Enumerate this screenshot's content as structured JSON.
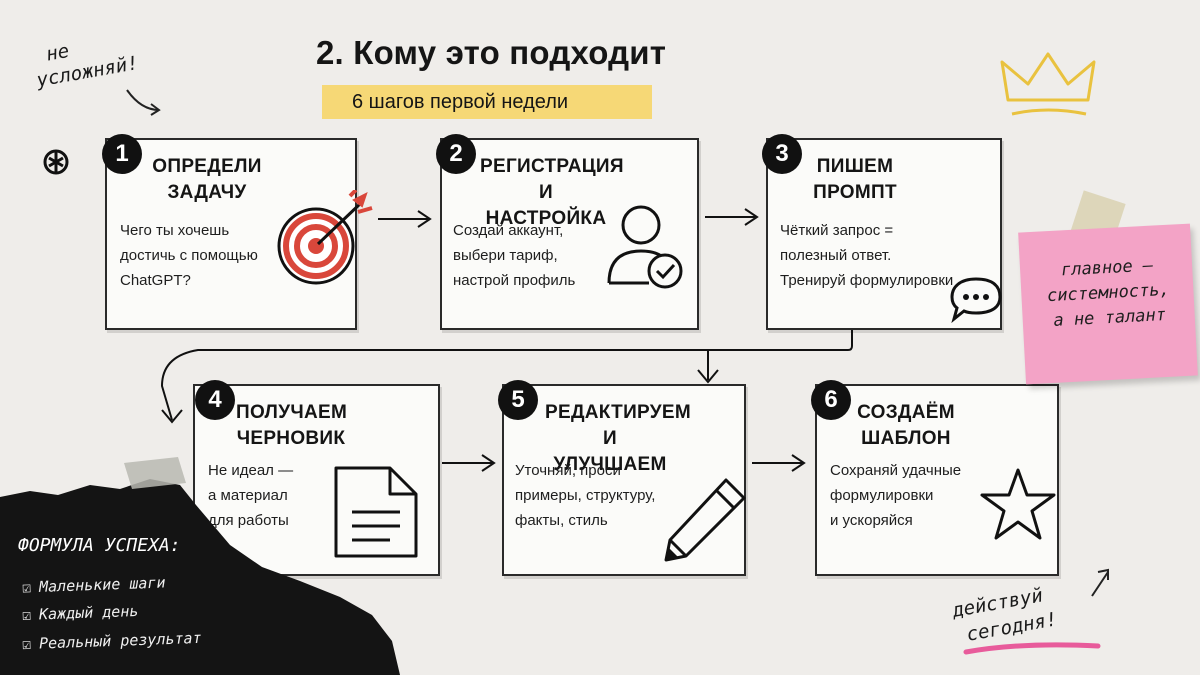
{
  "header": {
    "title": "2. Кому это подходит",
    "subtitle": "6 шагов первой недели"
  },
  "doodles": {
    "top_left_line1": "не",
    "top_left_line2": "усложняй!",
    "bottom_right_line1": "действуй",
    "bottom_right_line2": "сегодня!"
  },
  "steps": [
    {
      "num": "1",
      "title_line1": "Определи",
      "title_line2": "задачу",
      "desc": [
        "Чего ты хочешь",
        "достичь с помощью",
        "ChatGPT?"
      ],
      "icon": "target-icon"
    },
    {
      "num": "2",
      "title_line1": "Регистрация",
      "title_line2": "и настройка",
      "desc": [
        "Создай аккаунт,",
        "выбери тариф,",
        "настрой профиль"
      ],
      "icon": "user-check-icon"
    },
    {
      "num": "3",
      "title_line1": "Пишем",
      "title_line2": "промпт",
      "desc": [
        "Чёткий запрос =",
        "полезный ответ.",
        "Тренируй формулировки"
      ],
      "icon": "speech-bubble-icon"
    },
    {
      "num": "4",
      "title_line1": "Получаем",
      "title_line2": "черновик",
      "desc": [
        "Не идеал —",
        "а материал",
        "для работы"
      ],
      "icon": "document-icon"
    },
    {
      "num": "5",
      "title_line1": "Редактируем",
      "title_line2": "и улучшаем",
      "desc": [
        "Уточняй, проси",
        "примеры, структуру,",
        "факты, стиль"
      ],
      "icon": "pencil-icon"
    },
    {
      "num": "6",
      "title_line1": "Создаём",
      "title_line2": "шаблон",
      "desc": [
        "Сохраняй удачные",
        "формулировки",
        "и ускоряйся"
      ],
      "icon": "star-icon"
    }
  ],
  "sticky_note": {
    "line1": "главное —",
    "line2": "системность,",
    "line3": "а не талант"
  },
  "formula": {
    "title": "ФОРМУЛА УСПЕХА:",
    "items": [
      "Маленькие шаги",
      "Каждый день",
      "Реальный результат"
    ],
    "checkbox": "☑"
  },
  "colors": {
    "background": "#efedea",
    "highlight": "#f6d876",
    "sticky": "#f3a3c6",
    "target_red": "#d9473b",
    "dark_panel": "#141414"
  }
}
